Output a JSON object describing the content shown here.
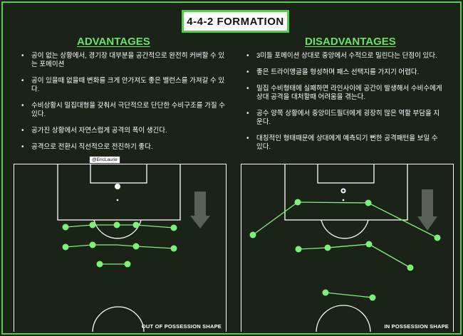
{
  "title": "4-4-2  FORMATION",
  "credit": "@EricLaurie",
  "advantages": {
    "heading": "ADVANTAGES",
    "points": [
      "공이 없는 상황에서, 경기장 대부분을 공간적으로 완전히 커버할 수 있는 포메이션",
      "공이 있을때 없을때 변화를 크게 안가져도 좋은 밸런스를 가져갈 수 있다.",
      "수비상황시 밀집대형을 갖춰서 극단적으로 단단한 수비구조를 가질 수 있다.",
      "공가진 상황에서 자연스럽게 공격의 폭이 생긴다.",
      "공격으로 전환시 직선적으로 전진하기 좋다."
    ],
    "shape_label": "OUT OF POSSESSION SHAPE"
  },
  "disadvantages": {
    "heading": "DISADVANTAGES",
    "points": [
      "3미들 포메이션 상대로 중앙에서 수적으로 밀린다는 단점이 있다.",
      "좋은  트라이앵글을 형성하며 패스 선택지를 가지기 어렵다.",
      "밀집 수비형태에 실패하면 라인사이에 공간이 발생해서 수비수에게 상대 공격을 대처할때 어려움을 겪는다.",
      "공수 양쪽 상황에서 중앙미드필더에게 굉장히 많은 역할 부담을 지운다.",
      "대칭적인 형태때문에 상대에게 예측되기 뻔한 공격패턴을 보일 수 있다."
    ],
    "shape_label": "IN POSSESSION SHAPE"
  },
  "colors": {
    "accent": "#4fd14a",
    "player": "#7ef07a",
    "background": "#1b2218"
  }
}
